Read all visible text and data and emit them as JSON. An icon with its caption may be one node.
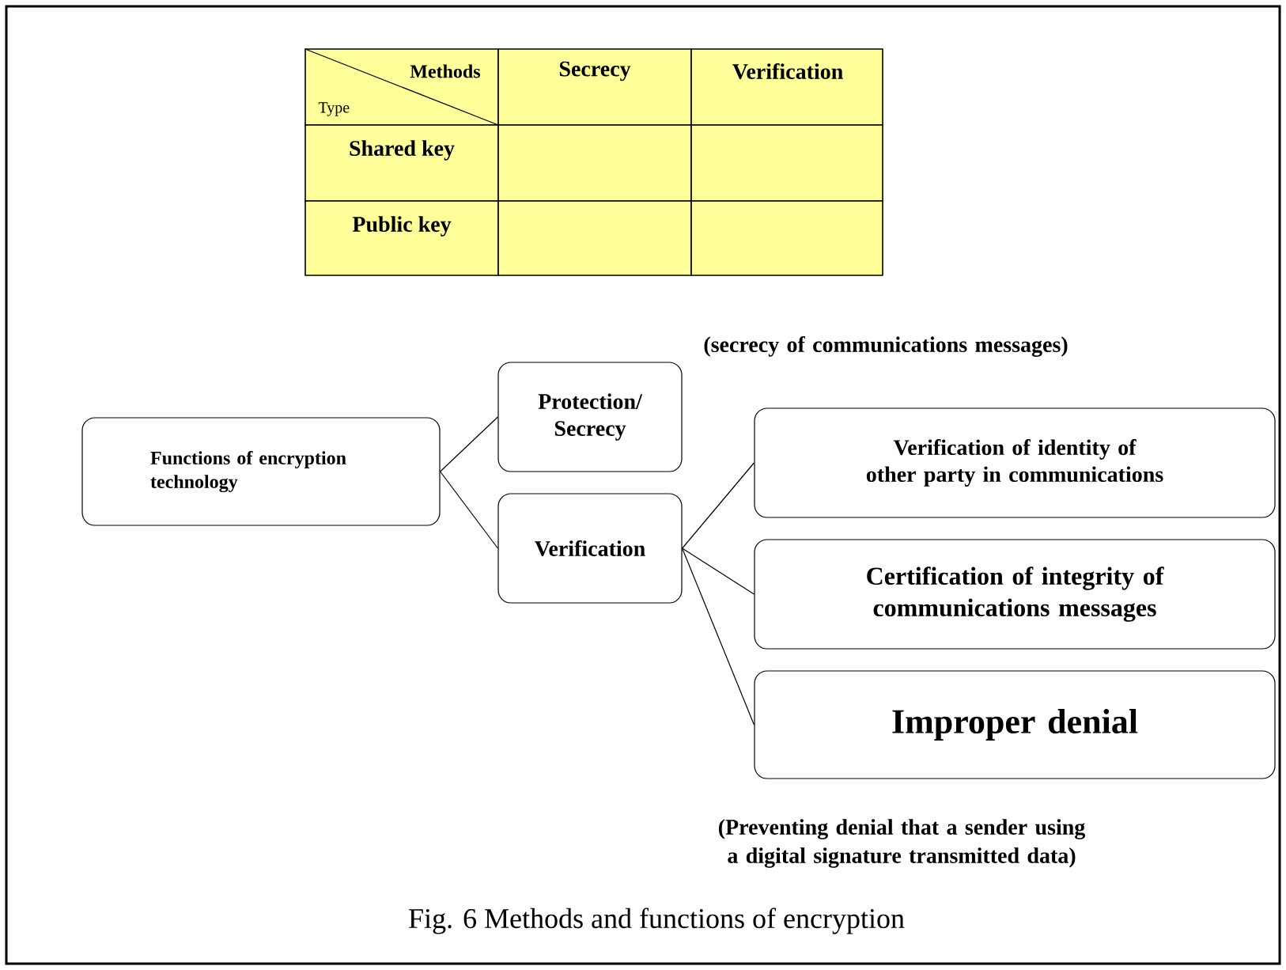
{
  "diagram": {
    "caption": "Fig. 6 Methods and functions of encryption",
    "nodes": [
      {
        "text": [
          "Functions of encryption technology"
        ]
      },
      {
        "text": [
          "Protection/ Secrecy"
        ],
        "beside": [
          "(secrecy of communications messages)"
        ]
      },
      {
        "text": [
          "Verification"
        ]
      },
      {
        "text": [
          "Verification of identity of other party in communications"
        ]
      },
      {
        "text": [
          "Certification of integrity of communications messages"
        ]
      },
      {
        "text": [
          "Improper denial"
        ],
        "beside": [
          "(Preventing denial that a sender using a digital signature transmitted data)"
        ]
      }
    ],
    "edges": [
      {
        "from": 0,
        "to": 1,
        "arrow": "none"
      },
      {
        "from": 0,
        "to": 2,
        "arrow": "none"
      },
      {
        "from": 2,
        "to": 3,
        "arrow": "none"
      },
      {
        "from": 2,
        "to": 4,
        "arrow": "none"
      },
      {
        "from": 2,
        "to": 5,
        "arrow": "none"
      }
    ],
    "labels": [
      "Methods",
      "Type",
      "Secrecy",
      "Verification",
      "Shared key",
      "Public key"
    ]
  }
}
